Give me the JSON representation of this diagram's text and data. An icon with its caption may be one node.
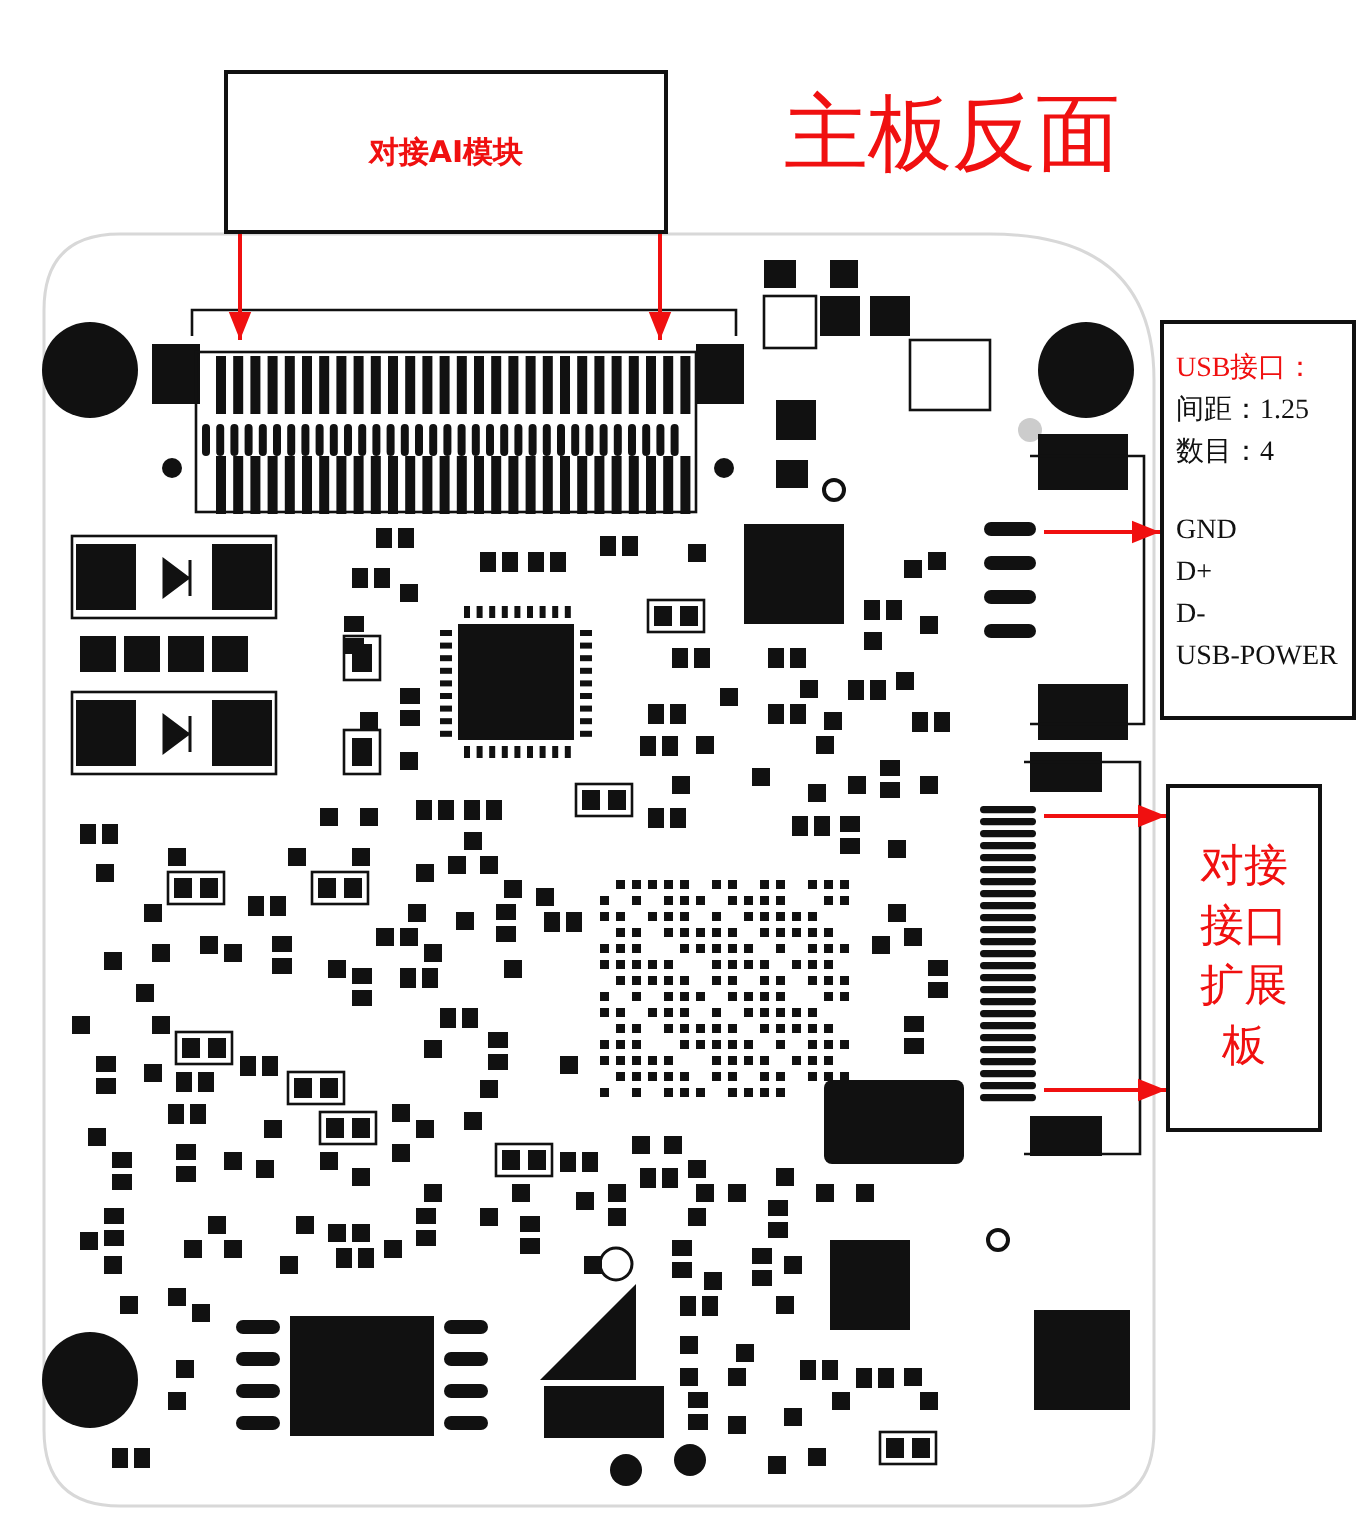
{
  "diagram": {
    "title": "主板反面",
    "nodes": [
      {
        "text": [
          "对接AI模块"
        ]
      },
      {
        "text": [],
        "shape": "picture"
      },
      {
        "text": [
          "USB接口：",
          "间距：1.25",
          "数目：4",
          "GND",
          "D+",
          "D-",
          "USB-POWER"
        ]
      },
      {
        "text": [],
        "shape": "picture"
      },
      {
        "text": [],
        "shape": "picture"
      },
      {
        "text": [
          "对接接口扩展板"
        ]
      }
    ],
    "edges": [
      {
        "from": 0,
        "to": 1,
        "arrow": "to"
      },
      {
        "from": 0,
        "to": 1,
        "arrow": "to"
      },
      {
        "from": 3,
        "to": 2,
        "arrow": "to"
      },
      {
        "from": 4,
        "to": 5,
        "arrow": "to"
      },
      {
        "from": 4,
        "to": 5,
        "arrow": "to"
      }
    ]
  }
}
